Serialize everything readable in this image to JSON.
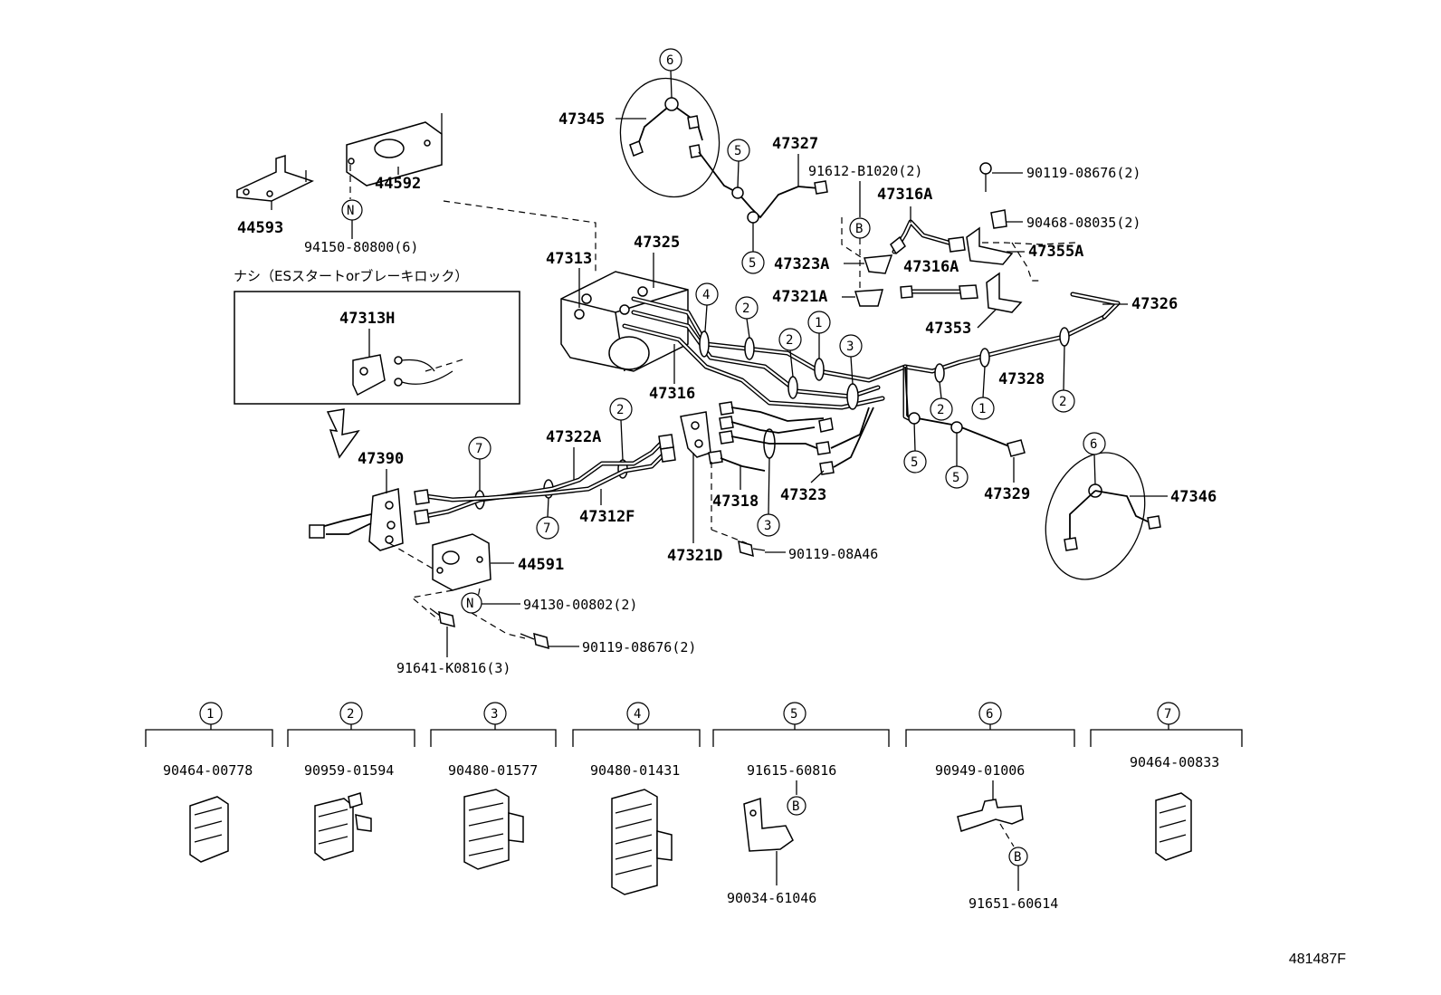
{
  "diagram_title": "",
  "variant_note": "ナシ（ESスタートorブレーキロック）",
  "ref_code": "481487F",
  "part_labels": {
    "p47345": "47345",
    "p47327": "47327",
    "p91612": "91612-B1020(2)",
    "p90119a": "90119-08676(2)",
    "p47316A_1": "47316A",
    "p90468": "90468-08035(2)",
    "p44592": "44592",
    "p44593": "44593",
    "p94150": "94150-80800(6)",
    "p47325": "47325",
    "p47313": "47313",
    "p47323A": "47323A",
    "p47316A_2": "47316A",
    "p47355A": "47355A",
    "p47321A": "47321A",
    "p47326": "47326",
    "p47353": "47353",
    "p47313H": "47313H",
    "p47316": "47316",
    "p47328": "47328",
    "p47390": "47390",
    "p47322A": "47322A",
    "p47312F": "47312F",
    "p47318": "47318",
    "p47323": "47323",
    "p47329": "47329",
    "p47346": "47346",
    "p47321D": "47321D",
    "p90119b": "90119-08A46",
    "p44591": "44591",
    "p94130": "94130-00802(2)",
    "p90119c": "90119-08676(2)",
    "p91641": "91641-K0816(3)"
  },
  "callout_marks": {
    "c1": "1",
    "c2": "2",
    "c3": "3",
    "c4": "4",
    "c5": "5",
    "c6": "6",
    "c7": "7",
    "N": "N",
    "B": "B"
  },
  "legend": [
    {
      "mark": "1",
      "part": "90464-00778"
    },
    {
      "mark": "2",
      "part": "90959-01594"
    },
    {
      "mark": "3",
      "part": "90480-01577"
    },
    {
      "mark": "4",
      "part": "90480-01431"
    },
    {
      "mark": "5",
      "part": "91615-60816",
      "sub_mark": "B",
      "sub_part": "90034-61046"
    },
    {
      "mark": "6",
      "part": "90949-01006",
      "sub_mark": "B",
      "sub_part": "91651-60614"
    },
    {
      "mark": "7",
      "part": "90464-00833"
    }
  ]
}
